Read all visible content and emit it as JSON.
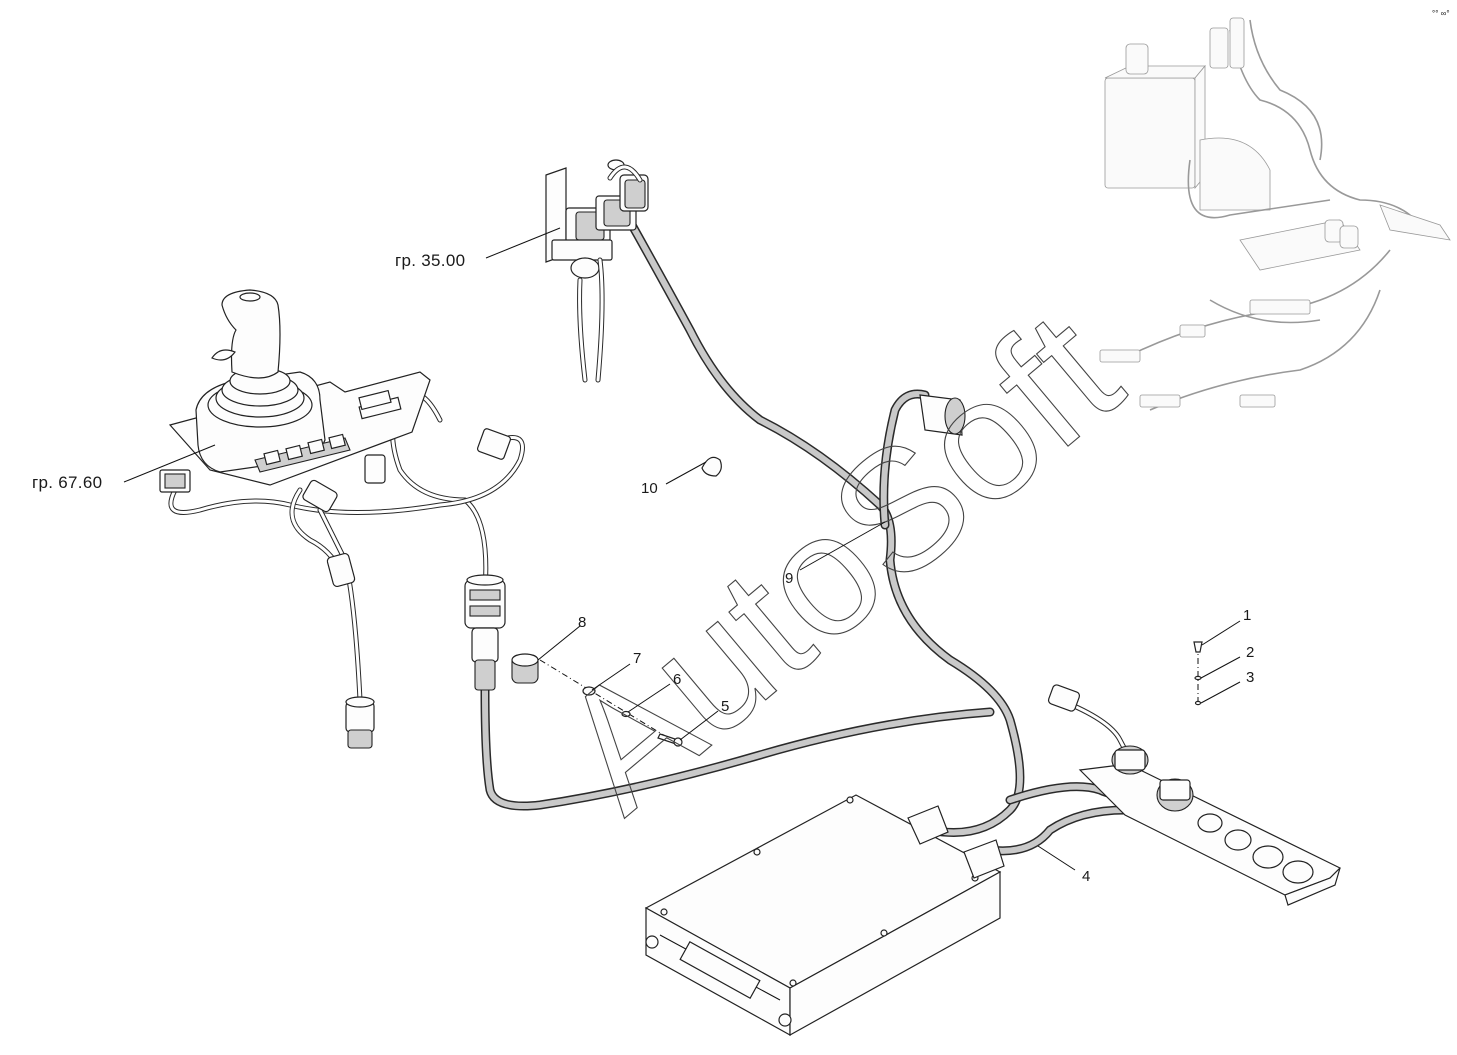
{
  "watermark": "AutoSoft",
  "group_refs": [
    {
      "id": "valve",
      "text": "гр. 35.00"
    },
    {
      "id": "joystick",
      "text": "гр. 67.60"
    }
  ],
  "callouts": [
    "1",
    "2",
    "3",
    "4",
    "5",
    "6",
    "7",
    "8",
    "9",
    "10"
  ],
  "corner_mark": "°° ∞°"
}
